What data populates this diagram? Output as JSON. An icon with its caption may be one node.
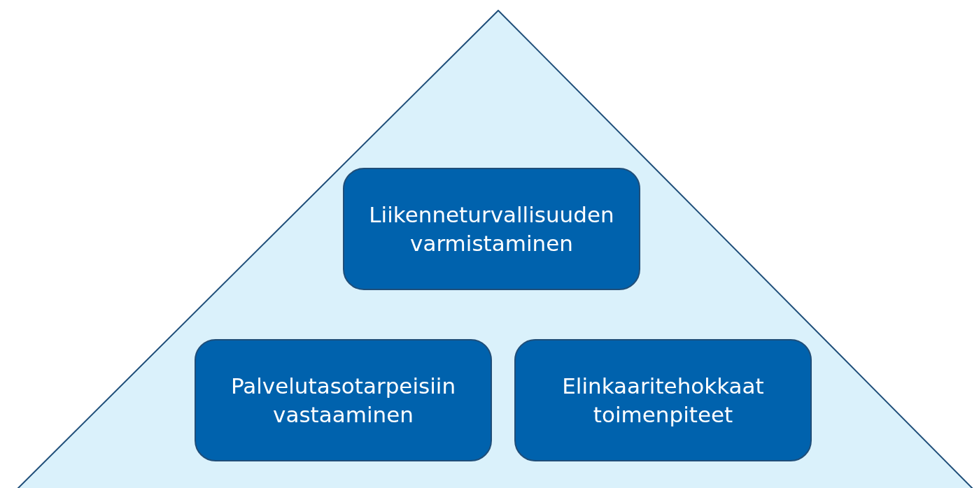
{
  "diagram": {
    "nodes": [
      {
        "text": [],
        "shape": "triangle"
      },
      {
        "text": [
          "Liikenneturvallisuuden varmistaminen"
        ],
        "in": 0
      },
      {
        "text": [
          "Palvelutasotarpeisiin vastaaminen"
        ],
        "in": 0
      },
      {
        "text": [
          "Elinkaaritehokkaat toimenpiteet"
        ],
        "in": 0
      }
    ],
    "edges": []
  }
}
